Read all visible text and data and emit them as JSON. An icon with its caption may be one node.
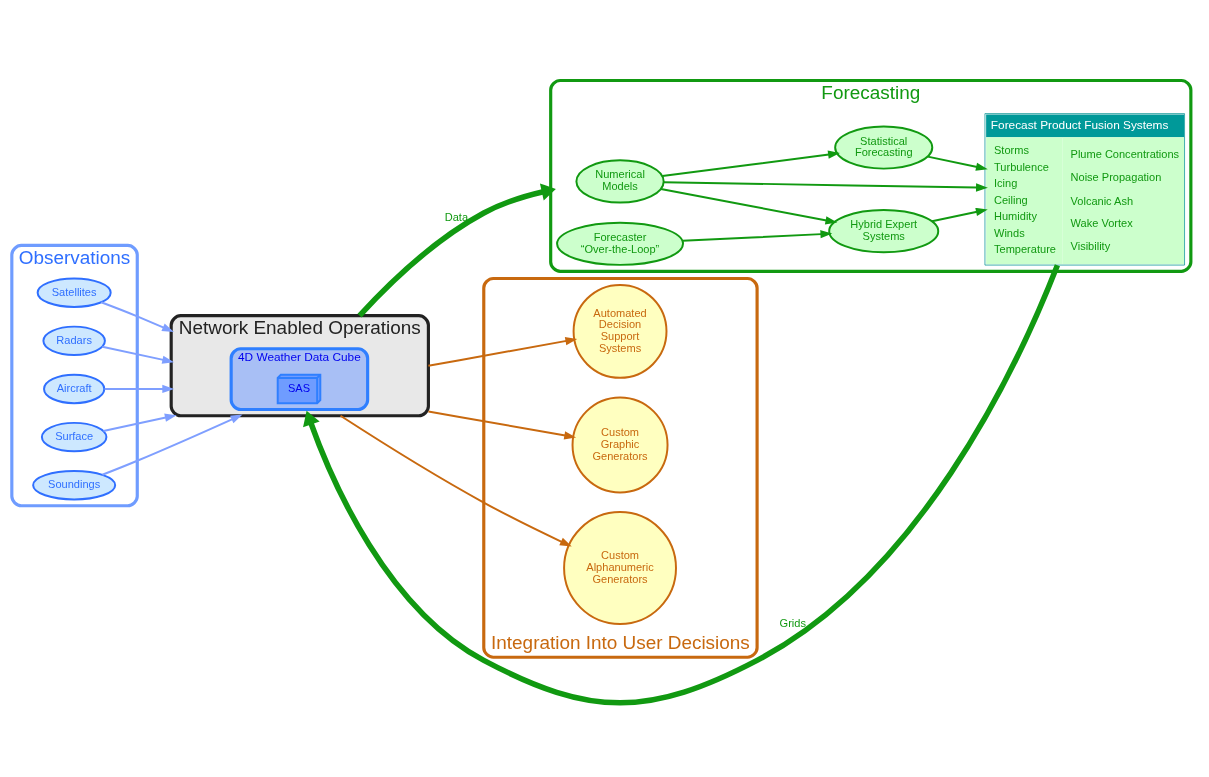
{
  "diagram": {
    "nodes": [
      {
        "text": [
          "Observations"
        ]
      },
      {
        "text": [
          "Satellites"
        ],
        "in": 0
      },
      {
        "text": [
          "Radars"
        ],
        "in": 0
      },
      {
        "text": [
          "Aircraft"
        ],
        "in": 0
      },
      {
        "text": [
          "Surface"
        ],
        "in": 0
      },
      {
        "text": [
          "Soundings"
        ],
        "in": 0
      },
      {
        "text": [
          "Network Enabled Operations"
        ]
      },
      {
        "text": [
          "4D Weather Data Cube"
        ],
        "in": 6
      },
      {
        "text": [
          "SAS"
        ],
        "in": 7
      },
      {
        "text": [
          "Forecasting"
        ]
      },
      {
        "text": [
          "Numerical Models"
        ],
        "in": 9
      },
      {
        "text": [
          "Forecaster “Over-the-Loop”"
        ],
        "in": 9
      },
      {
        "text": [
          "Statistical Forecasting"
        ],
        "in": 9
      },
      {
        "text": [
          "Hybrid Expert Systems"
        ],
        "in": 9
      },
      {
        "text": [
          "Forecast Product Fusion Systems",
          "Storms",
          "Turbulence",
          "Icing",
          "Ceiling",
          "Humidity",
          "Winds",
          "Temperature",
          "Plume Concentrations",
          "Noise Propagation",
          "Volcanic Ash",
          "Wake Vortex",
          "Visibility"
        ],
        "in": 9
      },
      {
        "text": [
          "Integration Into User Decisions"
        ]
      },
      {
        "text": [
          "Automated Decision Support Systems"
        ],
        "in": 15
      },
      {
        "text": [
          "Custom Graphic Generators"
        ],
        "in": 15
      },
      {
        "text": [
          "Custom Alphanumeric Generators"
        ],
        "in": 15
      }
    ],
    "edges": [
      {
        "from": 1,
        "to": 6,
        "arrow": "to",
        "color": "#7f9fff"
      },
      {
        "from": 2,
        "to": 6,
        "arrow": "to",
        "color": "#7f9fff"
      },
      {
        "from": 3,
        "to": 6,
        "arrow": "to",
        "color": "#7f9fff"
      },
      {
        "from": 4,
        "to": 6,
        "arrow": "to",
        "color": "#7f9fff"
      },
      {
        "from": 5,
        "to": 6,
        "arrow": "to",
        "color": "#7f9fff"
      },
      {
        "from": 6,
        "to": 9,
        "arrow": "to",
        "label": "Data",
        "style": "thick"
      },
      {
        "from": 14,
        "to": 6,
        "arrow": "to",
        "label": "Grids",
        "style": "thick"
      },
      {
        "from": 10,
        "to": 12,
        "arrow": "to"
      },
      {
        "from": 10,
        "to": 13,
        "arrow": "to"
      },
      {
        "from": 10,
        "to": 14,
        "arrow": "to"
      },
      {
        "from": 11,
        "to": 13,
        "arrow": "to"
      },
      {
        "from": 12,
        "to": 14,
        "arrow": "to"
      },
      {
        "from": 13,
        "to": 14,
        "arrow": "to"
      },
      {
        "from": 6,
        "to": 16,
        "arrow": "to",
        "color": "#c8690f"
      },
      {
        "from": 6,
        "to": 17,
        "arrow": "to",
        "color": "#c8690f"
      },
      {
        "from": 6,
        "to": 18,
        "arrow": "to",
        "color": "#c8690f"
      }
    ]
  }
}
